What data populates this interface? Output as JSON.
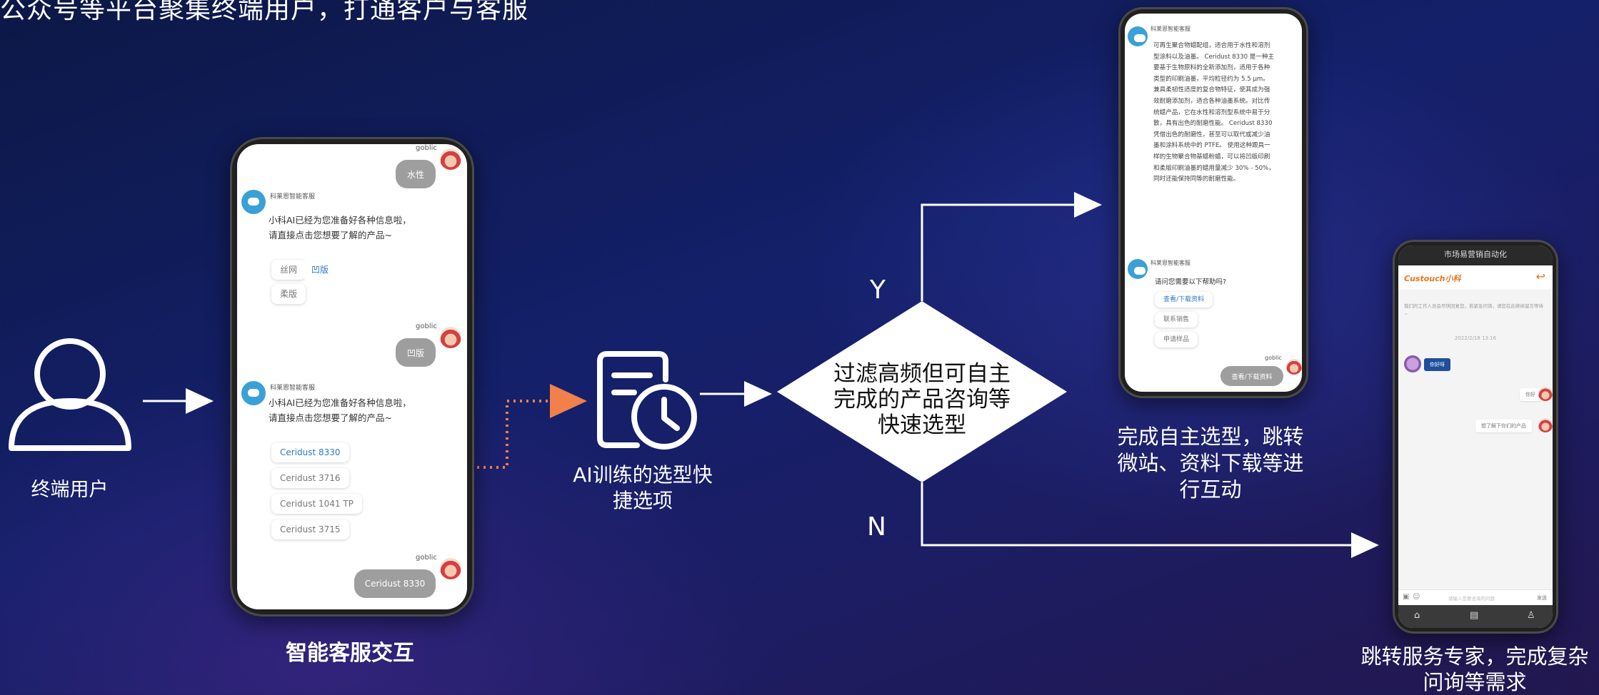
{
  "header": {
    "title": "公众号等平台聚集终端用户，打通客户与客服"
  },
  "user": {
    "label": "终端用户"
  },
  "chat_phone": {
    "caption": "智能客服交互",
    "user_name": "goblic",
    "bot_name": "科莱恩智能客服",
    "bubble_1": "水性",
    "bot_msg_1": "小科AI已经为您准备好各种信息啦，请直接点击您想要了解的产品~",
    "options_1": [
      "丝网",
      "凹版",
      "柔版"
    ],
    "bubble_2": "凹版",
    "bot_msg_2": "小科AI已经为您准备好各种信息啦，请直接点击您想要了解的产品~",
    "options_2": [
      "Ceridust 8330",
      "Ceridust 3716",
      "Ceridust 1041 TP",
      "Ceridust 3715"
    ],
    "bubble_3": "Ceridust 8330"
  },
  "ai_options": {
    "label_line1": "AI训练的选型快",
    "label_line2": "捷选项"
  },
  "decision": {
    "line1": "过滤高频但可自主",
    "line2": "完成的产品咨询等",
    "line3": "快速选型",
    "yes": "Y",
    "no": "N"
  },
  "self_select_phone": {
    "bot_name": "科莱恩智能客服",
    "product_text": "可再生聚合物蜡配组，适合用于水性和溶剂型涂料以及油墨。 Ceridust 8330 是一种主要基于生物原料的全新添加剂，适用于各种类型的印刷油墨，平均粒径约为 5.5 μm。兼具柔韧性适度的复合物特征，使其成为强效耐磨添加剂，适合各种油墨系统。对比传统蜡产品，它在水性和溶剂型系统中易于分散，具有出色的耐磨性能。 Ceridust 8330 凭借出色的耐磨性，甚至可以取代或减少油墨和涂料系统中的 PTFE。 使用这种跟具一样的生物聚合物基蜡粉蜡，可以将凹版印刷和柔版印刷油墨的蜡用量减少 30% - 50%，同时还能保持同等的耐磨性能。",
    "bot_q": "请问您需要以下帮助吗?",
    "options": [
      "查看/下载资料",
      "联系销售",
      "申请样品"
    ],
    "user_name": "goblic",
    "bubble": "查看/下载资料",
    "caption_line1": "完成自主选型，跳转",
    "caption_line2": "微站、资料下载等进",
    "caption_line3": "行互动"
  },
  "expert_phone": {
    "top_title": "市场易营销自动化",
    "brand": "Custouch小科",
    "notice": "我们的工作人员会尽快回复您，若紧急问询，请您在此继续留言等待~",
    "timestamp": "2022/2/18 13:16",
    "agent_bubble": "你好呀",
    "user_bubble_1": "你好",
    "user_bubble_2": "想了解下你们的产品",
    "input_placeholder": "请输入您要咨询的问题",
    "send": "发送",
    "caption_line1": "跳转服务专家，完成复杂",
    "caption_line2": "问询等需求"
  },
  "colors": {
    "accent_orange": "#f2804b",
    "link_blue": "#2f78c4",
    "bot_blue": "#3aa0d8",
    "brand_orange": "#e8751a"
  }
}
